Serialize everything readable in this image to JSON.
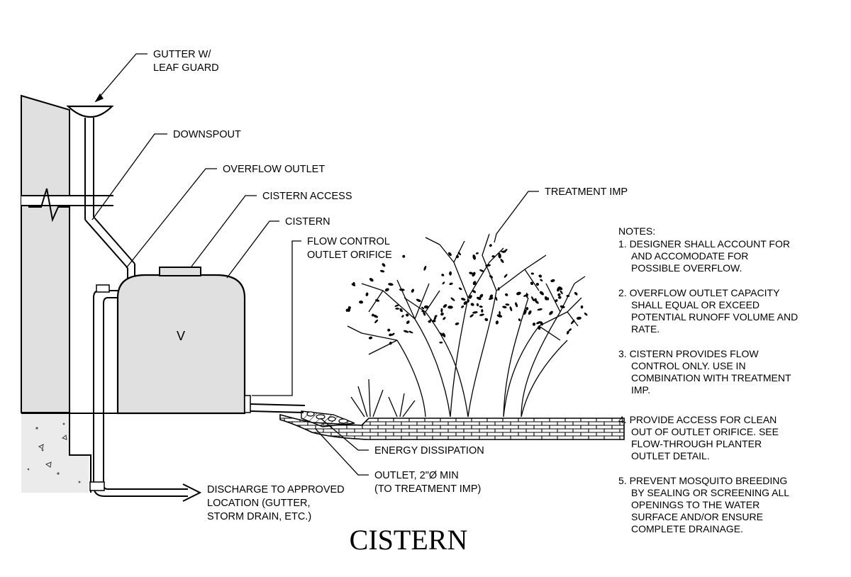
{
  "title": "CISTERN",
  "labels": {
    "gutter": [
      "GUTTER W/",
      "LEAF GUARD"
    ],
    "downspout": "DOWNSPOUT",
    "overflow_outlet": "OVERFLOW OUTLET",
    "cistern_access": "CISTERN ACCESS",
    "cistern": "CISTERN",
    "flow_control": [
      "FLOW CONTROL",
      "OUTLET ORIFICE"
    ],
    "treatment_imp": "TREATMENT IMP",
    "energy_dissipation": "ENERGY DISSIPATION",
    "outlet": [
      "OUTLET, 2\"Ø MIN",
      "(TO TREATMENT IMP)"
    ],
    "discharge": [
      "DISCHARGE TO APPROVED",
      "LOCATION (GUTTER,",
      "STORM DRAIN, ETC.)"
    ],
    "tank_mark": "V"
  },
  "notes": {
    "heading": "NOTES:",
    "items": [
      [
        "1. DESIGNER SHALL ACCOUNT FOR",
        "AND ACCOMODATE FOR",
        "POSSIBLE OVERFLOW."
      ],
      [
        "2. OVERFLOW OUTLET CAPACITY",
        "SHALL EQUAL OR EXCEED",
        "POTENTIAL RUNOFF VOLUME AND",
        "RATE."
      ],
      [
        "3. CISTERN PROVIDES FLOW",
        "CONTROL ONLY. USE IN",
        "COMBINATION WITH TREATMENT",
        "IMP."
      ],
      [
        "4. PROVIDE ACCESS FOR CLEAN",
        "OUT OF OUTLET ORIFICE. SEE",
        "FLOW-THROUGH PLANTER",
        "OUTLET DETAIL."
      ],
      [
        "5. PREVENT MOSQUITO BREEDING",
        "BY SEALING OR SCREENING ALL",
        "OPENINGS TO THE WATER",
        "SURFACE AND/OR ENSURE",
        "COMPLETE DRAINAGE."
      ]
    ]
  }
}
